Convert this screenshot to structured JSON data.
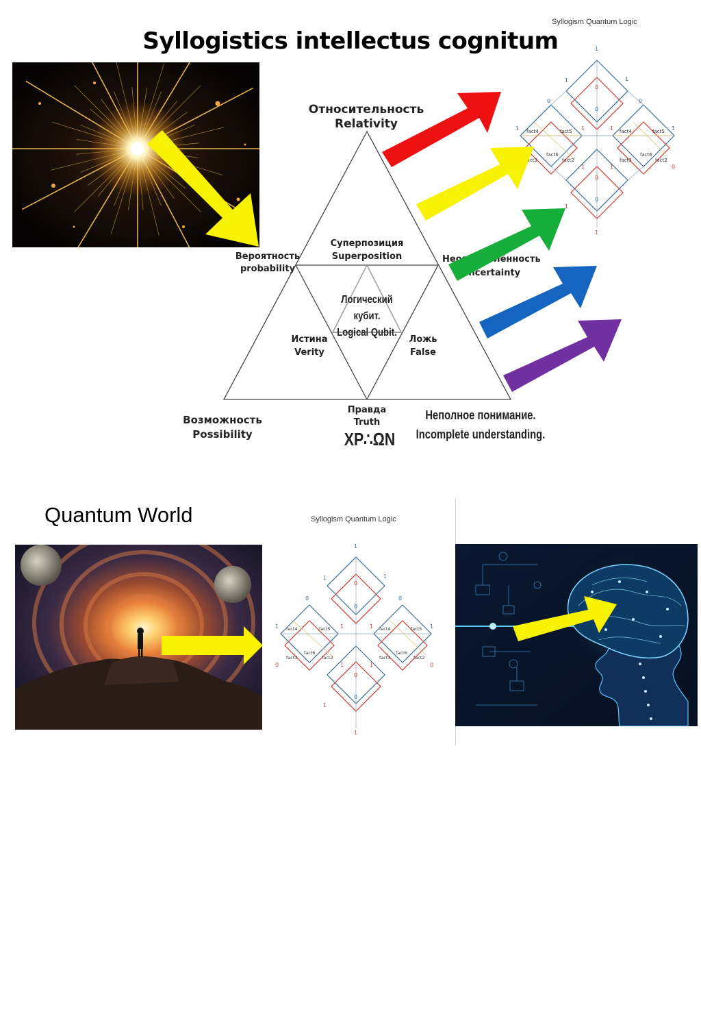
{
  "page": {
    "top_caption": "Syllogism  Quantum Logic",
    "title": "Syllogistics intellectus cognitum",
    "section_label": "Quantum World",
    "bottom_caption": "Syllogism  Quantum Logic"
  },
  "triangle": {
    "top_ru": "Относительность",
    "top_en": "Relativity",
    "left_ru": "Вероятность",
    "left_en": "probability",
    "right_ru": "Неопределённость",
    "right_en": "Uncertainty",
    "center_top_ru": "Суперпозиция",
    "center_top_en": "Superposition",
    "center_ru": "Логический кубит.",
    "center_en": "Logical Qubit.",
    "mid_left_ru": "Истина",
    "mid_left_en": "Verity",
    "mid_right_ru": "Ложь",
    "mid_right_en": "False",
    "bottom_left_ru": "Возможность",
    "bottom_left_en": "Possibility",
    "bottom_center_ru": "Правда",
    "bottom_center_en": "Truth",
    "symbol": "XP∴ΩN",
    "bottom_right_ru": "Неполное понимание.",
    "bottom_right_en": "Incomplete understanding."
  },
  "lattice": {
    "facts": [
      "fact4",
      "fact5",
      "fact3",
      "fact2",
      "fact4",
      "fact5",
      "fact3",
      "fact6",
      "fact2",
      "fact6"
    ],
    "digits": [
      "1",
      "1",
      "1",
      "0",
      "0",
      "0",
      "0",
      "1",
      "1",
      "1",
      "1",
      "0",
      "0",
      "1",
      "1",
      "0",
      "0",
      "1",
      "1"
    ]
  },
  "colors": {
    "arrow_yellow": "#f7f201",
    "arrow_red": "#ee1111",
    "arrow_green": "#17ad3a",
    "arrow_blue": "#1565c0",
    "arrow_purple": "#7030a0",
    "lattice_blue": "#3a6f98",
    "lattice_red": "#cc3a2e"
  },
  "icons": [
    "star-burst-image",
    "cosmic-vortex-image",
    "ai-brain-image"
  ]
}
